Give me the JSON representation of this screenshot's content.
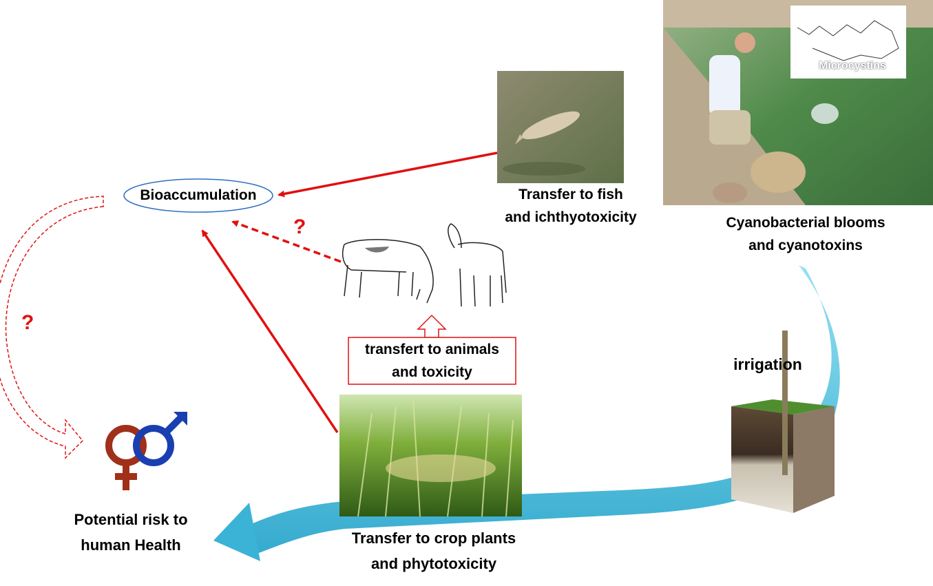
{
  "labels": {
    "bioaccumulation": "Bioaccumulation",
    "fish": "Transfer to fish\nand ichthyotoxicity",
    "blooms": "Cyanobacterial blooms\nand cyanotoxins",
    "microcystins": "Microcystins",
    "animals": "transfert to animals\nand toxicity",
    "irrigation": "irrigation",
    "crops": "Transfer to crop plants\nand phytotoxicity",
    "risk": "Potential risk to\nhuman Health",
    "question_1": "?",
    "question_2": "?"
  },
  "colors": {
    "red_arrow": "#e01010",
    "blue_arrow": "#5bc8e3",
    "ellipse_border": "#2f6fbf",
    "female_symbol": "#a0301a",
    "male_symbol": "#1a3fb0"
  },
  "icons": [
    "fish-photo",
    "cow-goat-drawing",
    "rice-photo",
    "soil-block",
    "lake-photo",
    "gender-symbols"
  ]
}
